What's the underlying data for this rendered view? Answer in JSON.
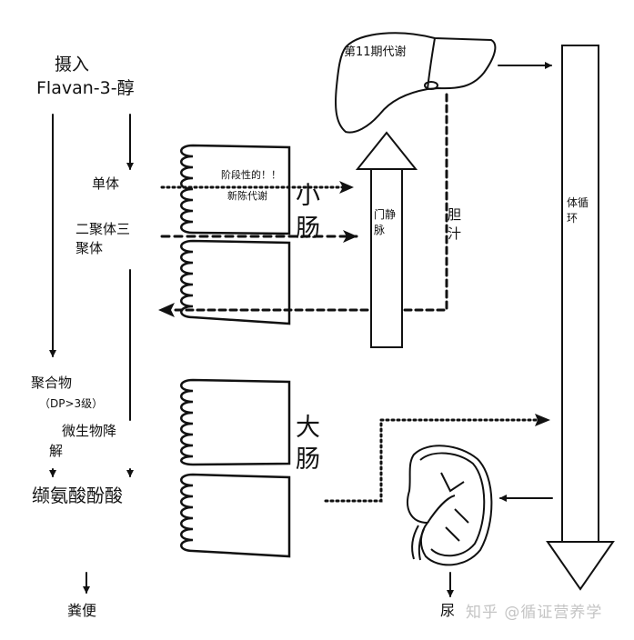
{
  "diagram": {
    "title": "Flavan-3-醇 代谢途径",
    "theme": {
      "ink": "#111111",
      "background": "#ffffff",
      "watermark": "#c4c4c4"
    },
    "intake": {
      "line1": "摄入",
      "line2": "Flavan-3-醇"
    },
    "compounds": {
      "monomer": "单体",
      "dimer_trimer_line1": "二聚体三",
      "dimer_trimer_line2": "聚体",
      "polymer": "聚合物",
      "polymer_note": "（DP>3级）",
      "microbial_line1": "微生物降",
      "microbial_line2": "解",
      "valerolactone": "缬氨酸酚酸",
      "feces": "粪便"
    },
    "organs": {
      "small_intestine_line1": "小",
      "small_intestine_line2": "肠",
      "small_intestine_note1": "阶段性的！！",
      "small_intestine_note2": "新陈代谢",
      "large_intestine_line1": "大",
      "large_intestine_line2": "肠",
      "liver": "第11期代谢",
      "portal_vein_line1": "门静",
      "portal_vein_line2": "脉",
      "bile_line1": "胆",
      "bile_line2": "汁",
      "systemic_line1": "体循",
      "systemic_line2": "环",
      "kidney_output": "尿"
    },
    "flows": [
      {
        "from": "intake",
        "to": "monomer",
        "style": "solid"
      },
      {
        "from": "intake",
        "to": "polymer",
        "style": "solid"
      },
      {
        "from": "monomer",
        "to": "portal_vein",
        "style": "dotted"
      },
      {
        "from": "dimer_trimer",
        "to": "portal_vein",
        "style": "dashed"
      },
      {
        "from": "dimer_trimer",
        "to": "valerolactone",
        "style": "solid"
      },
      {
        "from": "portal_vein",
        "to": "liver",
        "style": "block-arrow"
      },
      {
        "from": "liver",
        "to": "small_intestine",
        "via": "bile",
        "style": "dashed"
      },
      {
        "from": "liver",
        "to": "systemic_circulation",
        "style": "solid"
      },
      {
        "from": "polymer",
        "to": "microbial_degradation",
        "style": "solid"
      },
      {
        "from": "microbial_degradation",
        "to": "valerolactone",
        "style": "solid"
      },
      {
        "from": "valerolactone",
        "to": "systemic_circulation",
        "style": "dotted"
      },
      {
        "from": "systemic_circulation",
        "to": "kidney",
        "style": "solid"
      },
      {
        "from": "kidney",
        "to": "urine",
        "style": "solid"
      },
      {
        "from": "valerolactone",
        "to": "feces",
        "style": "solid"
      }
    ],
    "watermark": "知乎 @循证营养学"
  }
}
